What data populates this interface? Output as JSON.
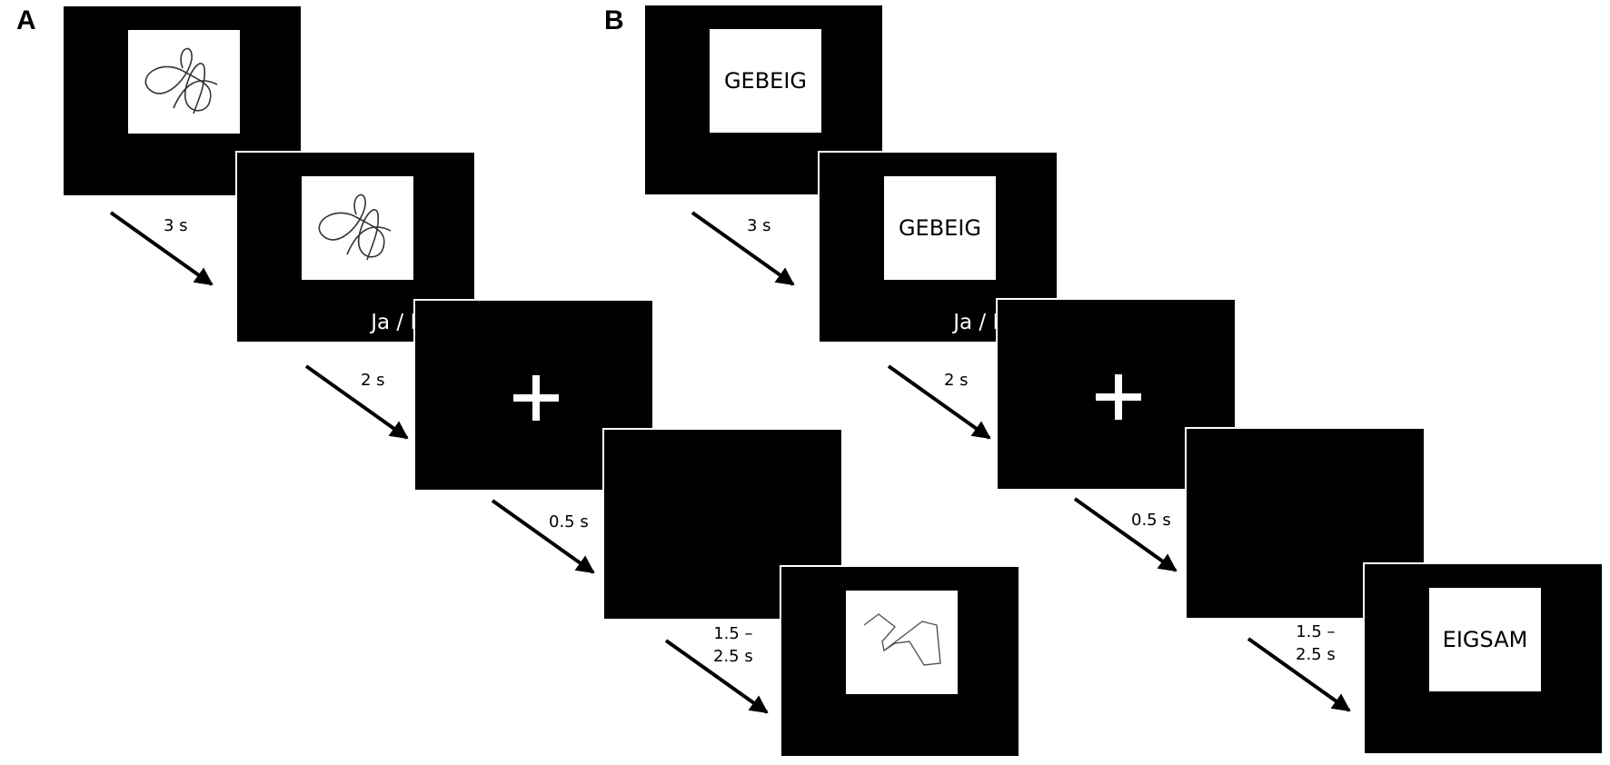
{
  "panels": {
    "a": {
      "letter": "A",
      "durations": [
        "3 s",
        "2 s",
        "0.5 s"
      ],
      "last_duration": {
        "line1": "1.5 –",
        "line2": "2.5 s"
      },
      "prompt": "Ja / Nein?",
      "first_stimulus_icon": "scribble-icon",
      "last_stimulus_icon": "polygon-icon"
    },
    "b": {
      "letter": "B",
      "durations": [
        "3 s",
        "2 s",
        "0.5 s"
      ],
      "last_duration": {
        "line1": "1.5 –",
        "line2": "2.5 s"
      },
      "prompt": "Ja / Nein?",
      "stimulus_word": "GEBEIG",
      "target_word": "EIGSAM"
    }
  },
  "colors": {
    "screen": "#000000",
    "stimulus_bg": "#ffffff",
    "background": "#ffffff"
  }
}
